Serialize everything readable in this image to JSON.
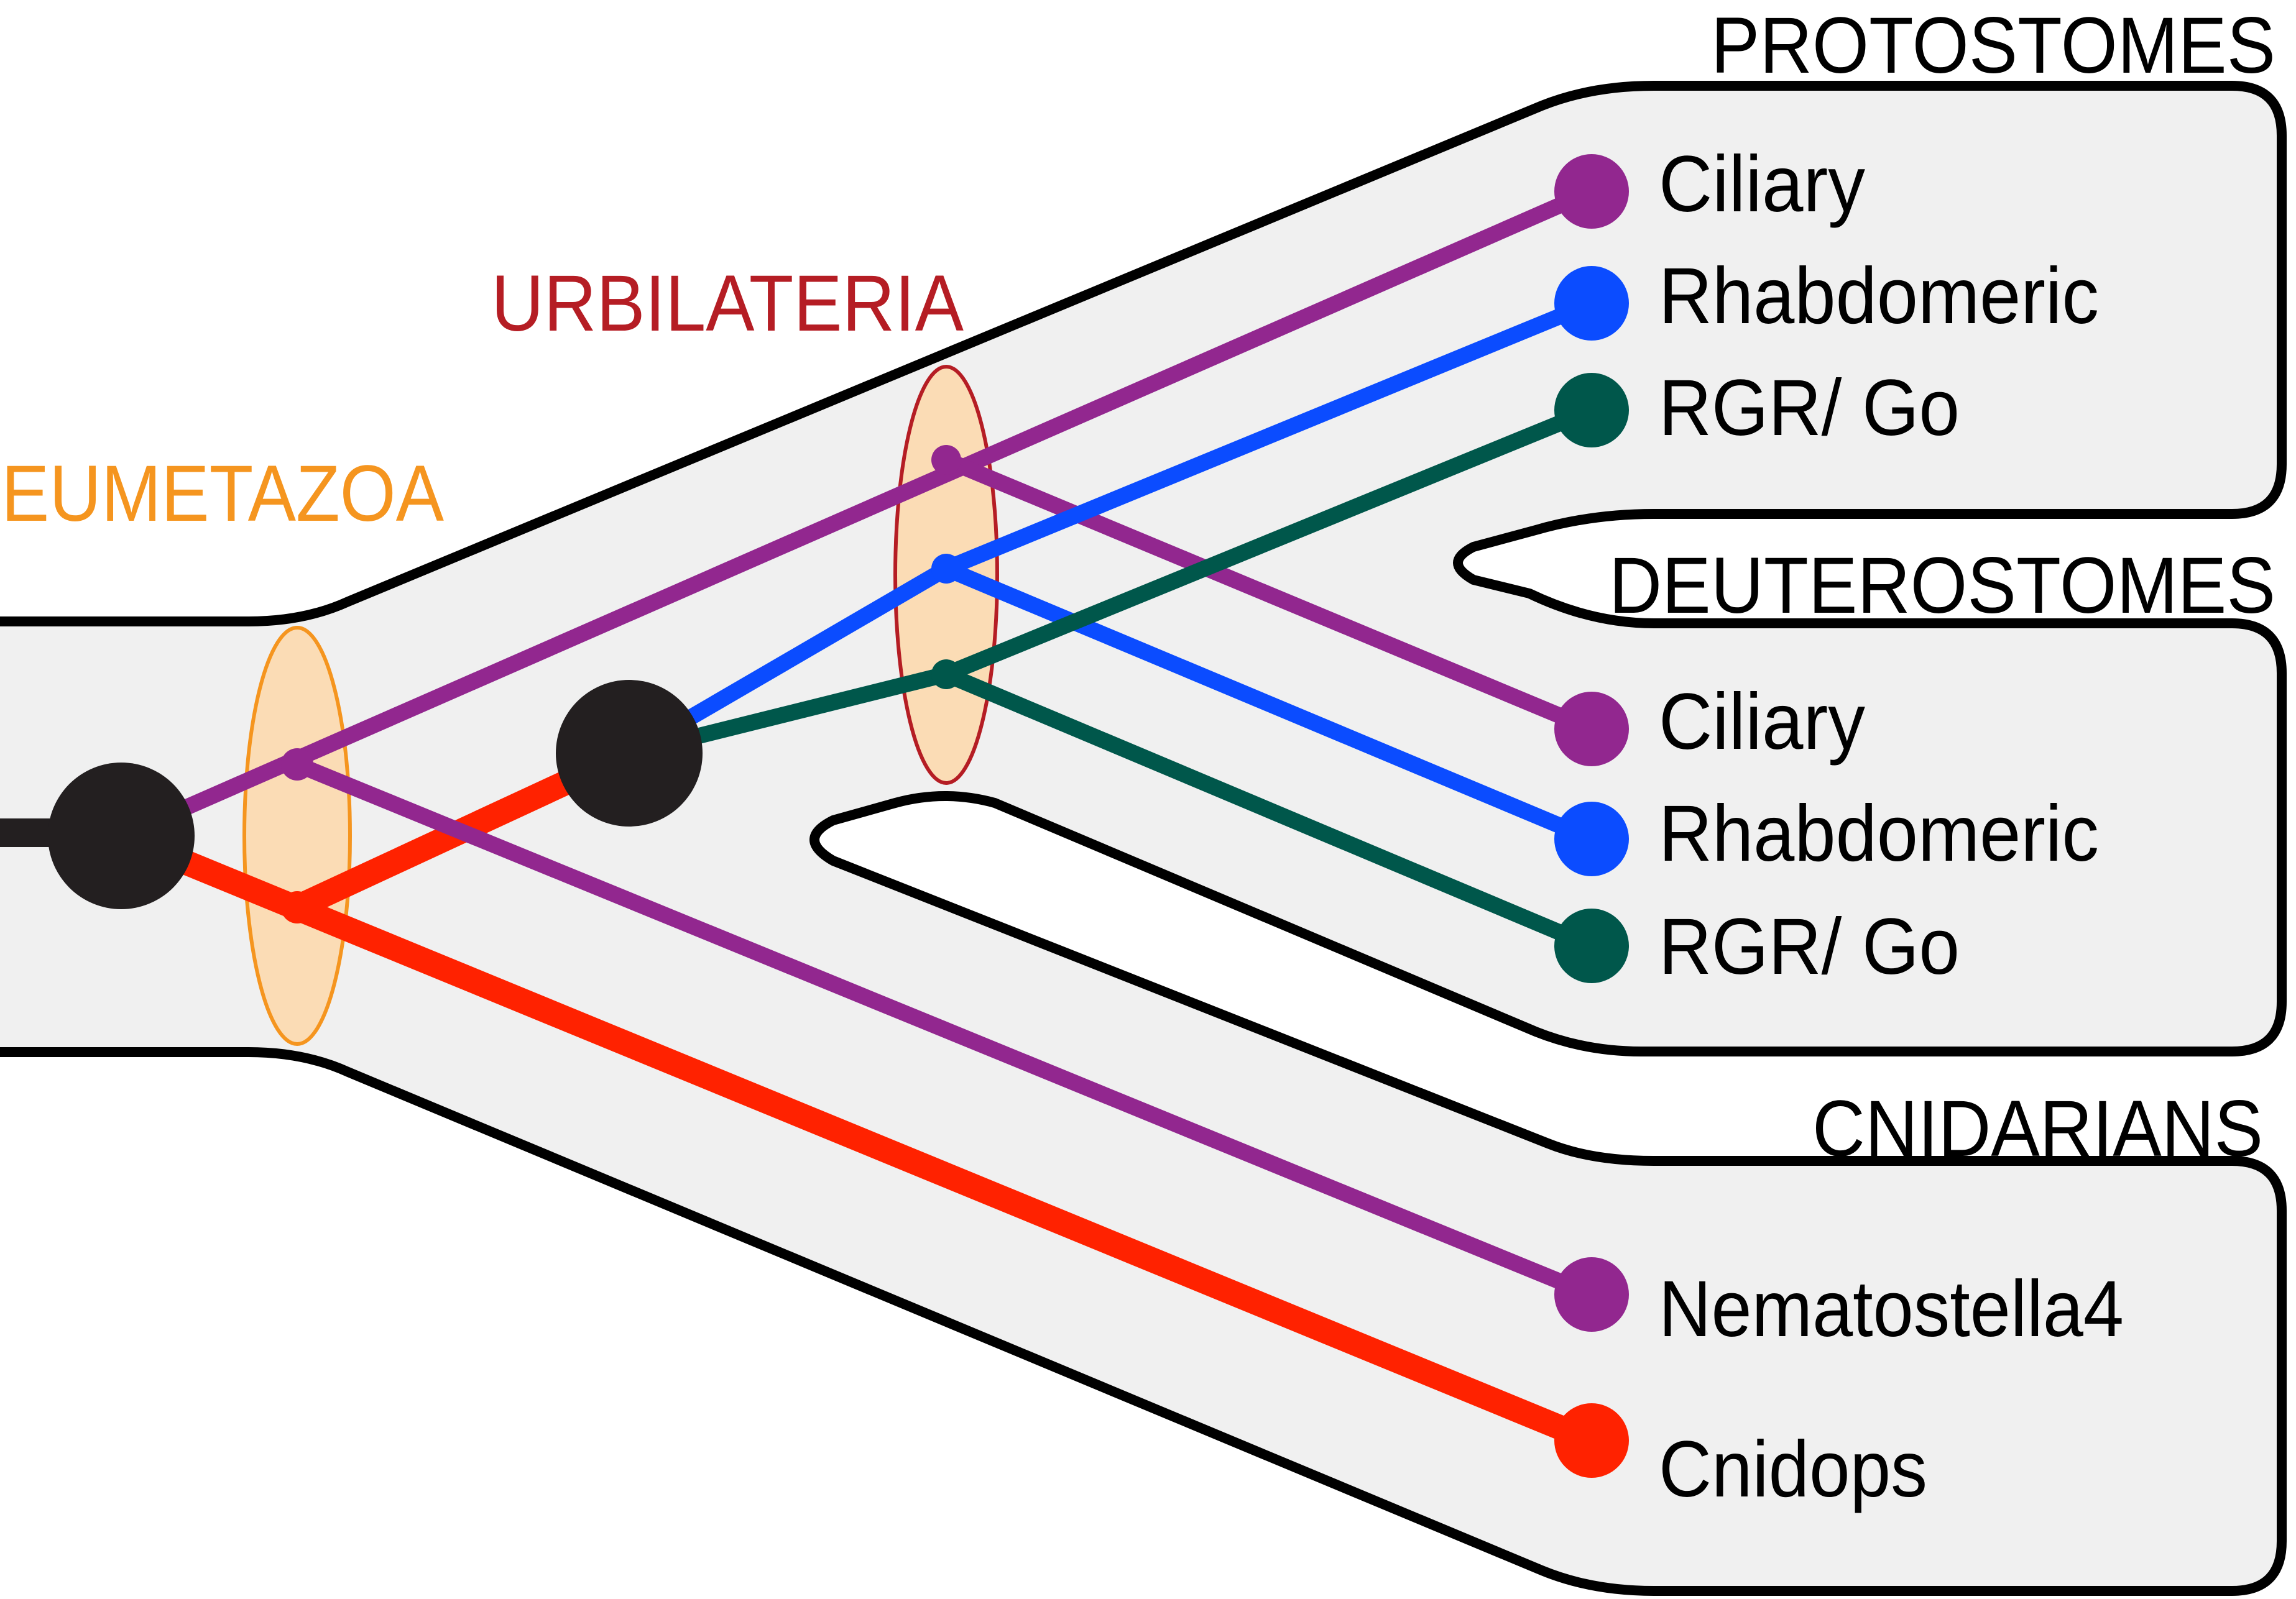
{
  "colors": {
    "background": "#ffffff",
    "band_fill": "#f0f0f0",
    "band_stroke": "#000000",
    "eumetazoa": "#f5951f",
    "urbilateria": "#b51d24",
    "ellipse_fill": "#fbdcb5",
    "root_node": "#231f20",
    "ciliary": "#92278f",
    "rhabdomeric": "#0b4cff",
    "rgr_go": "#00574b",
    "cnidops": "#ff2200"
  },
  "nodes": {
    "eumetazoa": {
      "label": "EUMETAZOA"
    },
    "urbilateria": {
      "label": "URBILATERIA"
    }
  },
  "clades": {
    "protostomes": {
      "label": "PROTOSTOMES",
      "leaves": [
        {
          "label": "Ciliary",
          "color_key": "ciliary"
        },
        {
          "label": "Rhabdomeric",
          "color_key": "rhabdomeric"
        },
        {
          "label": "RGR/ Go",
          "color_key": "rgr_go"
        }
      ]
    },
    "deuterostomes": {
      "label": "DEUTEROSTOMES",
      "leaves": [
        {
          "label": "Ciliary",
          "color_key": "ciliary"
        },
        {
          "label": "Rhabdomeric",
          "color_key": "rhabdomeric"
        },
        {
          "label": "RGR/ Go",
          "color_key": "rgr_go"
        }
      ]
    },
    "cnidarians": {
      "label": "CNIDARIANS",
      "leaves": [
        {
          "label": "Nematostella4",
          "color_key": "ciliary"
        },
        {
          "label": "Cnidops",
          "color_key": "cnidops"
        }
      ]
    }
  }
}
